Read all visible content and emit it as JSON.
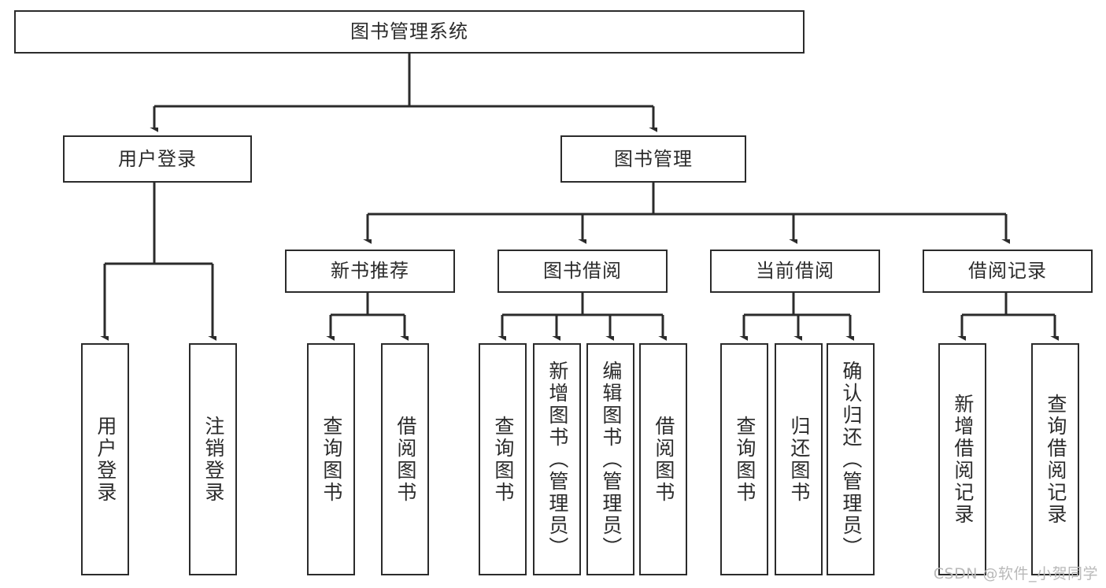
{
  "diagram": {
    "type": "tree-hierarchy",
    "title": "图书管理系统",
    "colors": {
      "box_border": "#2b2b2b",
      "box_fill": "#ffffff",
      "edge": "#2b2b2b",
      "text": "#2b2b2b",
      "watermark": "#b9b9b9",
      "background": "#ffffff"
    },
    "levels": {
      "root": {
        "label": "图书管理系统"
      },
      "level2": [
        {
          "label": "用户登录"
        },
        {
          "label": "图书管理"
        }
      ],
      "level3": [
        {
          "label": "新书推荐"
        },
        {
          "label": "图书借阅"
        },
        {
          "label": "当前借阅"
        },
        {
          "label": "借阅记录"
        }
      ],
      "leaves": {
        "user_login": [
          {
            "label": "用户登录"
          },
          {
            "label": "注销登录"
          }
        ],
        "new_book_recommend": [
          {
            "label": "查询图书"
          },
          {
            "label": "借阅图书"
          }
        ],
        "book_borrow": [
          {
            "label": "查询图书"
          },
          {
            "label": "新增图书（管理员）"
          },
          {
            "label": "编辑图书（管理员）"
          },
          {
            "label": "借阅图书"
          }
        ],
        "current_borrow": [
          {
            "label": "查询图书"
          },
          {
            "label": "归还图书"
          },
          {
            "label": "确认归还（管理员）"
          }
        ],
        "borrow_record": [
          {
            "label": "新增借阅记录"
          },
          {
            "label": "查询借阅记录"
          }
        ]
      }
    },
    "watermark": "CSDN @软件_小贺同学"
  }
}
